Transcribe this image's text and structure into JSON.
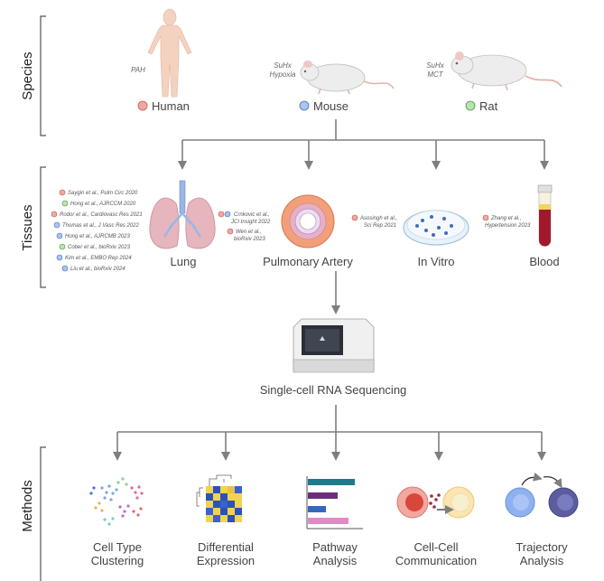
{
  "sections": {
    "species": "Species",
    "tissues": "Tissues",
    "methods": "Methods"
  },
  "species": [
    {
      "name": "Human",
      "condition": [
        "PAH"
      ],
      "dot_color": "#f2a7a0"
    },
    {
      "name": "Mouse",
      "condition": [
        "SuHx",
        "Hypoxia"
      ],
      "dot_color": "#a9c4ee"
    },
    {
      "name": "Rat",
      "condition": [
        "SuHx",
        "MCT"
      ],
      "dot_color": "#b6e3b0"
    }
  ],
  "tissues": [
    {
      "name": "Lung"
    },
    {
      "name": "Pulmonary Artery"
    },
    {
      "name": "In Vitro"
    },
    {
      "name": "Blood"
    }
  ],
  "references": {
    "lung": [
      {
        "text": "Saygin et al., Pulm Circ 2020",
        "species": "human"
      },
      {
        "text": "Hong et al., AJRCCM 2020",
        "species": "rat"
      },
      {
        "text": "Rodor et al., Cardiovasc Res 2021",
        "species": "human"
      },
      {
        "text": "Thomas et al., J Vasc Res 2022",
        "species": "mouse"
      },
      {
        "text": "Hong et al., AJRCMB 2023",
        "species": "mouse"
      },
      {
        "text": "Cober et al., bioRxiv 2023",
        "species": "rat"
      },
      {
        "text": "Kim et al., EMBO Rep 2024",
        "species": "mouse"
      },
      {
        "text": "Liu et al., bioRxiv 2024",
        "species": "mouse"
      }
    ],
    "pulmonary_artery": [
      {
        "lines": [
          "Crnkovic et al.,",
          "JCI Insight 2022"
        ],
        "species": [
          "human",
          "mouse"
        ]
      },
      {
        "lines": [
          "Wen et al.,",
          "bioRxiv 2023"
        ],
        "species": [
          "human"
        ]
      }
    ],
    "in_vitro": [
      {
        "lines": [
          "Asosingh et al.,",
          "Sci Rep 2021"
        ],
        "species": [
          "human"
        ]
      }
    ],
    "blood": [
      {
        "lines": [
          "Zhang et al.,",
          "Hypertension 2023"
        ],
        "species": [
          "human"
        ]
      }
    ]
  },
  "sequencing": {
    "label": "Single-cell RNA Sequencing"
  },
  "methods": [
    {
      "lines": [
        "Cell Type",
        "Clustering"
      ]
    },
    {
      "lines": [
        "Differential",
        "Expression"
      ]
    },
    {
      "lines": [
        "Pathway",
        "Analysis"
      ]
    },
    {
      "lines": [
        "Cell-Cell",
        "Communication"
      ]
    },
    {
      "lines": [
        "Trajectory",
        "Analysis"
      ]
    }
  ],
  "colors": {
    "human": "#f2a7a0",
    "mouse": "#a9c4ee",
    "rat": "#b6e3b0",
    "arrow": "#7f7f7f",
    "lung": "#e7b5bd",
    "trachea": "#9ab6e6",
    "artery": "#f3a07a",
    "blood": "#a3192c"
  }
}
